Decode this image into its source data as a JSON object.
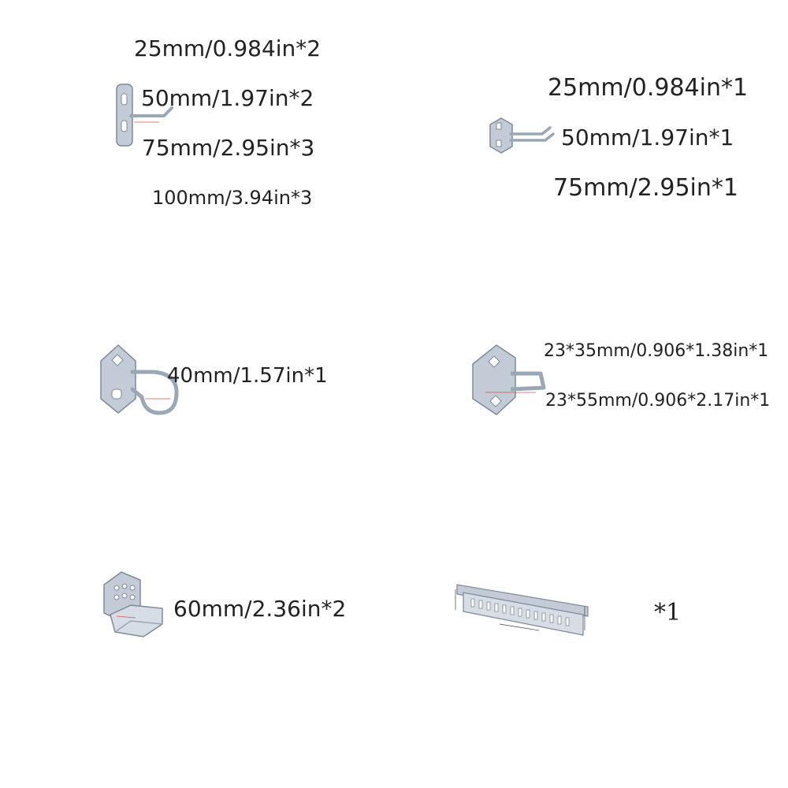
{
  "items": [
    {
      "name": "straight-hook",
      "labels": [
        "25mm/0.984in*2",
        "50mm/1.97in*2",
        "75mm/2.95in*3",
        "100mm/3.94in*3"
      ]
    },
    {
      "name": "double-prong-hook",
      "labels": [
        "25mm/0.984in*1",
        "50mm/1.97in*1",
        "75mm/2.95in*1"
      ]
    },
    {
      "name": "loop-hook",
      "labels": [
        "40mm/1.57in*1"
      ]
    },
    {
      "name": "rectangular-hook",
      "labels": [
        "23*35mm/0.906*1.38in*1",
        "23*55mm/0.906*2.17in*1"
      ]
    },
    {
      "name": "cup-holder",
      "labels": [
        "60mm/2.36in*2"
      ]
    },
    {
      "name": "screwdriver-rack",
      "labels": [
        "*1"
      ]
    }
  ],
  "icon_names": [
    "straight-hook-icon",
    "double-prong-hook-icon",
    "loop-hook-icon",
    "rectangular-hook-icon",
    "cup-holder-icon",
    "screwdriver-rack-icon"
  ],
  "colors": {
    "metal": "#b9c4d0",
    "metal_dark": "#7d8a98",
    "text": "#222222",
    "dimension": "#d9534f"
  }
}
